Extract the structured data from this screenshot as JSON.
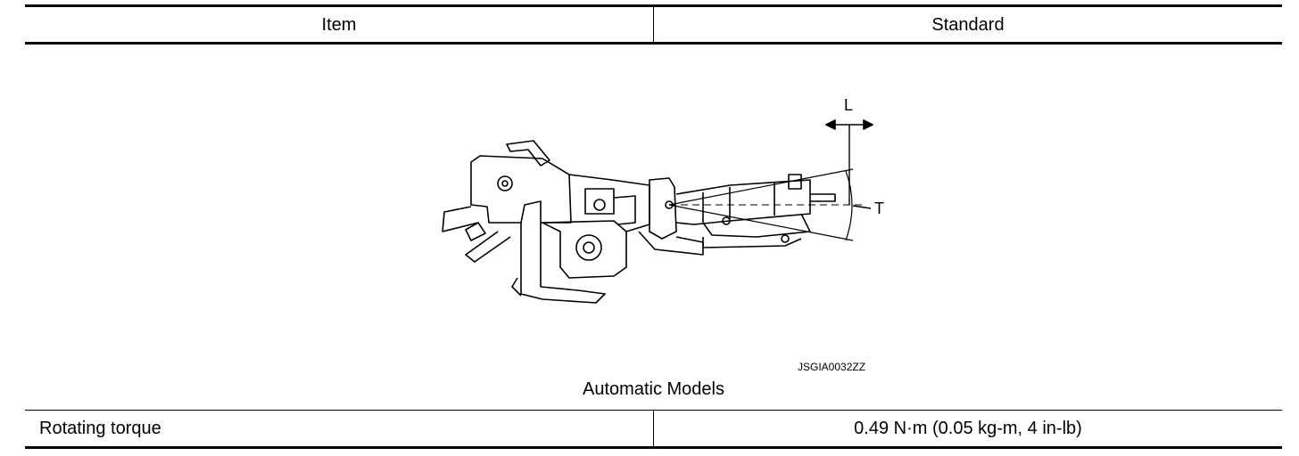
{
  "table": {
    "header": {
      "item": "Item",
      "standard": "Standard"
    },
    "figure": {
      "code": "JSGIA0032ZZ",
      "caption": "Automatic Models",
      "label_l": "L",
      "label_t": "T"
    },
    "rows": [
      {
        "item": "Rotating torque",
        "standard": "0.49 N·m (0.05 kg-m, 4 in-lb)"
      }
    ]
  }
}
